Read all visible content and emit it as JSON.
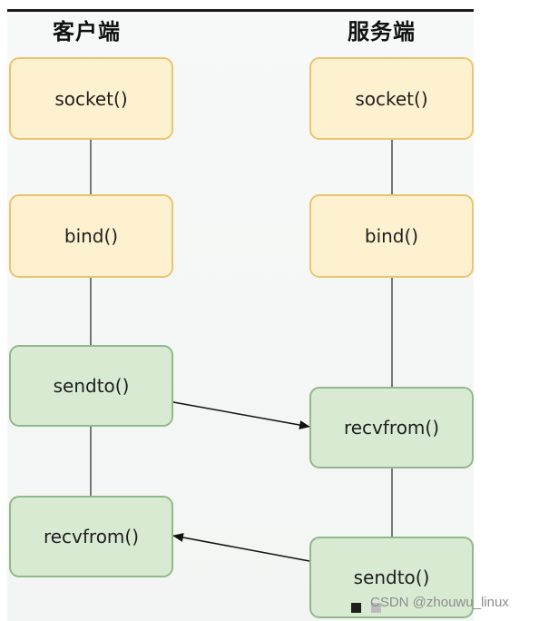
{
  "columns": {
    "client": {
      "title": "客户端"
    },
    "server": {
      "title": "服务端"
    }
  },
  "client_steps": [
    {
      "label": "socket()",
      "kind": "setup"
    },
    {
      "label": "bind()",
      "kind": "setup"
    },
    {
      "label": "sendto()",
      "kind": "io"
    },
    {
      "label": "recvfrom()",
      "kind": "io"
    }
  ],
  "server_steps": [
    {
      "label": "socket()",
      "kind": "setup"
    },
    {
      "label": "bind()",
      "kind": "setup"
    },
    {
      "label": "recvfrom()",
      "kind": "io"
    },
    {
      "label": "sendto()",
      "kind": "io"
    }
  ],
  "watermark": "CSDN @zhouwu_linux",
  "colors": {
    "setup_fill": "#fdf1cf",
    "setup_border": "#ebc46f",
    "io_fill": "#d8ebd2",
    "io_border": "#8fb98a"
  }
}
